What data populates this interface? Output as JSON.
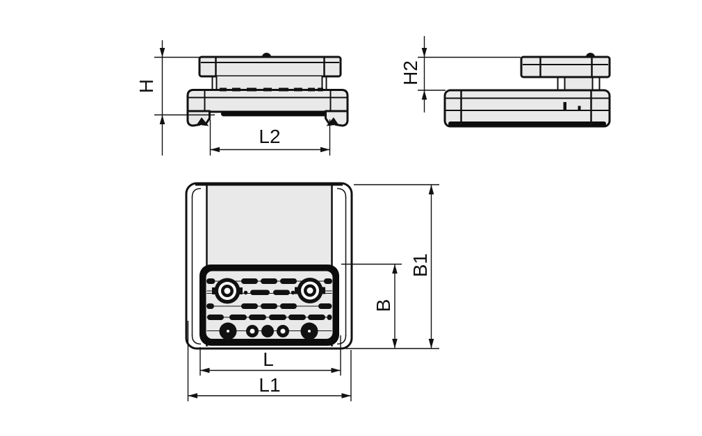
{
  "drawing": {
    "dimension_labels": {
      "front_height": "H",
      "front_width": "L2",
      "side_height": "H2",
      "plan_depth_inner": "B",
      "plan_depth_outer": "B1",
      "plan_width_inner": "L",
      "plan_width_outer": "L1"
    },
    "colors": {
      "line": "#111111",
      "surface_fill": "#e9e9e9",
      "plate_fill": "#0c0c0c",
      "background": "#ffffff"
    }
  }
}
